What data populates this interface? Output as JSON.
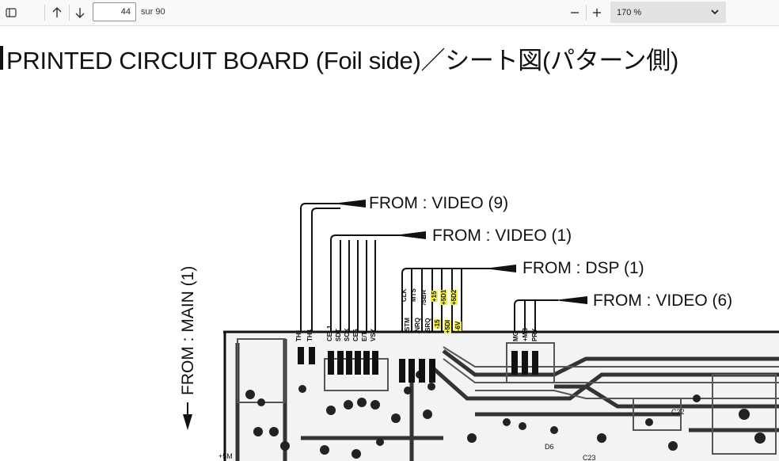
{
  "toolbar": {
    "sidebar_icon": "sidebar-toggle-icon",
    "prev_icon": "arrow-up-icon",
    "next_icon": "arrow-down-icon",
    "page_number": "44",
    "page_total": "sur 90",
    "zoom_out_icon": "minus-icon",
    "zoom_in_icon": "plus-icon",
    "zoom_value": "170 %",
    "zoom_dropdown_icon": "chevron-down-icon"
  },
  "document": {
    "heading": "PRINTED CIRCUIT BOARD (Foil side)／シート図(パターン側)",
    "labels": {
      "video9": "FROM : VIDEO (9)",
      "video1": "FROM : VIDEO (1)",
      "dsp1": "FROM : DSP (1)",
      "video6": "FROM : VIDEO (6)",
      "main1": "FROM : MAIN (1)"
    },
    "pins": {
      "th_group": [
        "TH1",
        "TH4"
      ],
      "video1_group": [
        "CEL1",
        "SDT",
        "SCK",
        "CE5",
        "E/T",
        "VSY"
      ],
      "dsp_top": [
        "CLK",
        "MTS",
        "/SBR",
        "+15",
        "+5D1",
        "+5D2"
      ],
      "dsp_bottom": [
        "STM",
        "/NRQ",
        "/SRQ",
        "-15",
        "+5DI",
        "-6V"
      ],
      "video6_group": [
        "MG",
        "+MB",
        "PRY"
      ],
      "highlighted": [
        "+15",
        "+5D1",
        "+5D2",
        "-15",
        "+5DI",
        "-6V"
      ]
    },
    "board_marks": [
      "+5M",
      "D6",
      "C23",
      "C22"
    ]
  }
}
